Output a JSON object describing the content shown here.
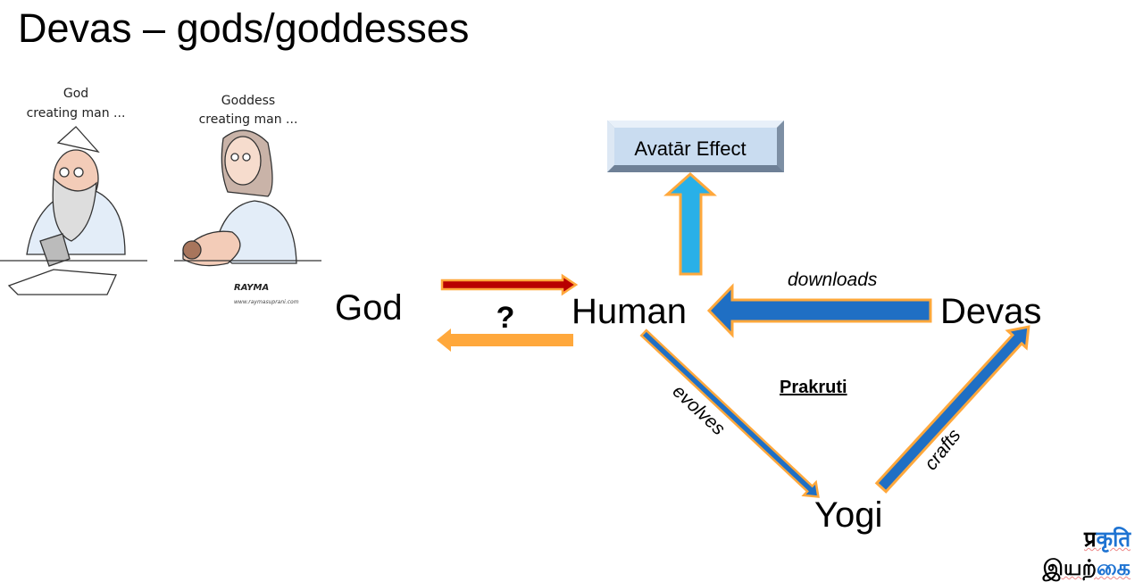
{
  "slide": {
    "title": "Devas – gods/goddesses"
  },
  "cartoon": {
    "left_caption_line1": "God",
    "left_caption_line2": "creating man ...",
    "right_caption_line1": "Goddess",
    "right_caption_line2": "creating man ...",
    "signature": "RAYMA",
    "website": "www.raymasuprani.com"
  },
  "diagram": {
    "avatar_box": "Avatār Effect",
    "god": "God",
    "question": "?",
    "human": "Human",
    "devas": "Devas",
    "yogi": "Yogi",
    "downloads": "downloads",
    "evolves": "evolves",
    "crafts": "crafts",
    "prakruti": "Prakruti"
  },
  "logo": {
    "line1_black": "प्र",
    "line1_blue": "कृति",
    "line2_black": "இயற்",
    "line2_blue": "கை"
  },
  "colors": {
    "blue_arrow": "#1f6fc4",
    "light_blue_arrow": "#29b0e8",
    "orange": "#ffa83c",
    "dark_red": "#b80000",
    "box_fill": "#c9dcf0",
    "logo_blue": "#1e73d2"
  }
}
